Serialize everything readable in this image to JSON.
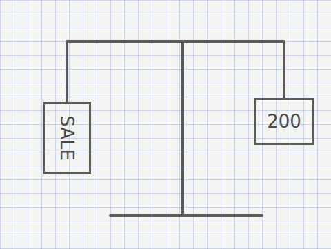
{
  "diagram": {
    "nodes": [
      {
        "text": [
          "SALE"
        ]
      },
      {
        "text": [
          "200"
        ]
      }
    ],
    "edges": [
      {
        "from": 0,
        "to": 1,
        "arrow": "none"
      }
    ]
  }
}
